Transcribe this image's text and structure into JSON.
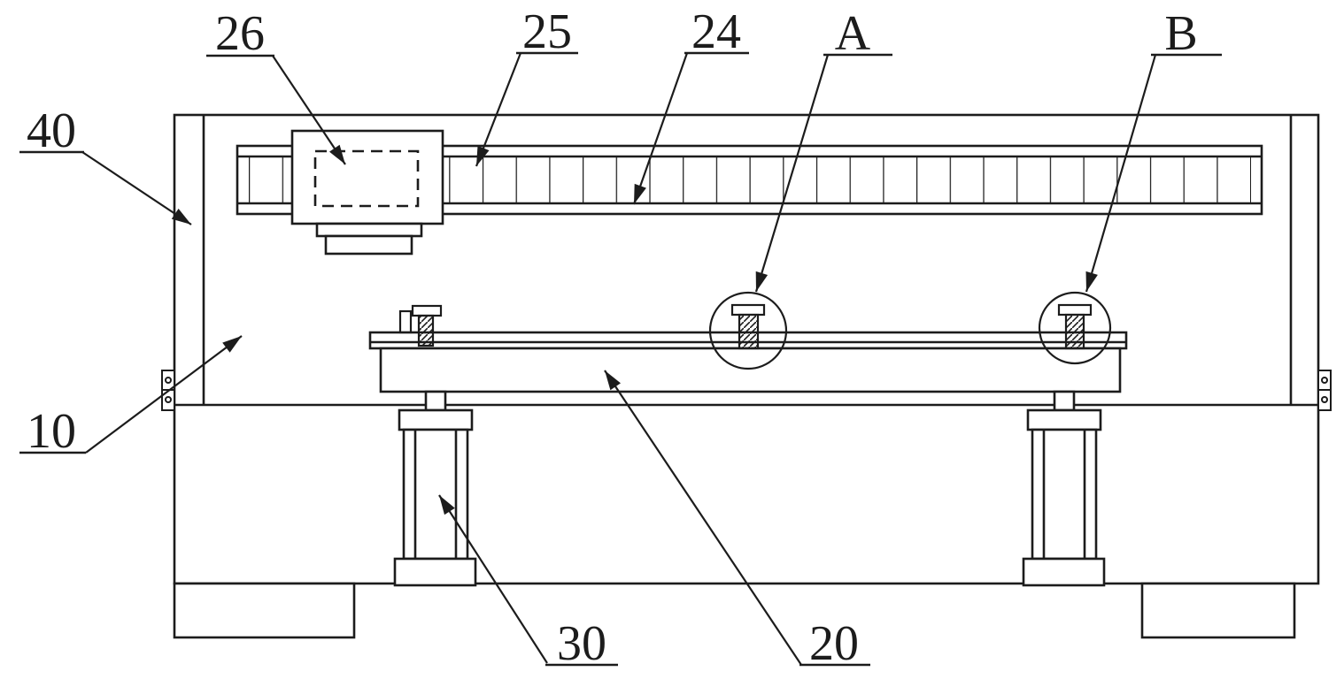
{
  "figure": {
    "type": "patent-technical-drawing",
    "background": "#ffffff",
    "ink": "#1c1c1c",
    "labels": {
      "ref26": "26",
      "ref25": "25",
      "ref24": "24",
      "refA": "A",
      "refB": "B",
      "ref40": "40",
      "ref10": "10",
      "ref30": "30",
      "ref20": "20"
    }
  }
}
